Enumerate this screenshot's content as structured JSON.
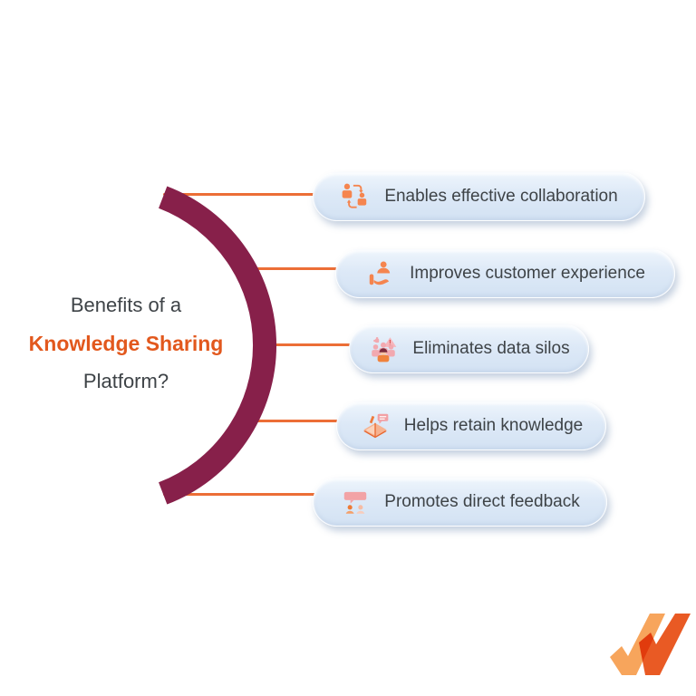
{
  "title": {
    "line1": "Benefits of a",
    "line2": "Knowledge Sharing",
    "line3": "Platform?"
  },
  "items": [
    {
      "label": "Enables effective collaboration",
      "icon": "collaboration-icon"
    },
    {
      "label": "Improves customer experience",
      "icon": "customer-experience-icon"
    },
    {
      "label": "Eliminates data silos",
      "icon": "data-silos-icon"
    },
    {
      "label": "Helps retain knowledge",
      "icon": "retain-knowledge-icon"
    },
    {
      "label": "Promotes direct feedback",
      "icon": "direct-feedback-icon"
    }
  ],
  "colors": {
    "accent_orange": "#e2581d",
    "connector_orange": "#ec6e36",
    "arc_maroon": "#87204a",
    "pill_background": "#dde9f7",
    "text_dark": "#3e4347",
    "icon_orange": "#f5854f",
    "icon_pink": "#f2a9b0",
    "logo_light_orange": "#f7a55c",
    "logo_dark_orange": "#e95a24"
  }
}
